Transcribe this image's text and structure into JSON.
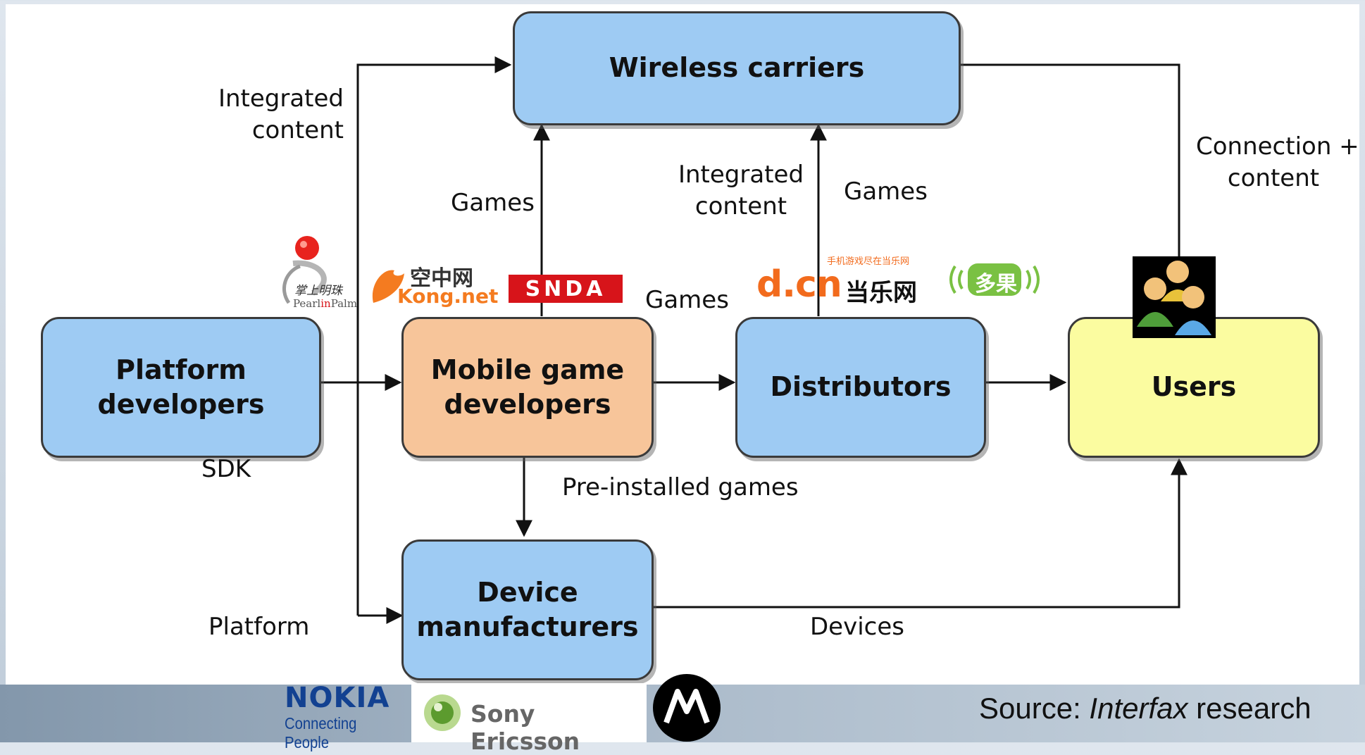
{
  "nodes": {
    "wireless_carriers": "Wireless carriers",
    "platform_developers_1": "Platform",
    "platform_developers_2": "developers",
    "mobile_game_developers_1": "Mobile game",
    "mobile_game_developers_2": "developers",
    "distributors": "Distributors",
    "users": "Users",
    "device_manufacturers_1": "Device",
    "device_manufacturers_2": "manufacturers"
  },
  "edge_labels": {
    "integrated_content_left_1": "Integrated",
    "integrated_content_left_2": "content",
    "games_mobile_to_carriers": "Games",
    "integrated_content_mid_1": "Integrated",
    "integrated_content_mid_2": "content",
    "games_distributors_to_carriers": "Games",
    "games_mobile_to_distributors": "Games",
    "connection_content_1": "Connection +",
    "connection_content_2": "content",
    "sdk": "SDK",
    "pre_installed_games": "Pre-installed games",
    "platform": "Platform",
    "devices": "Devices"
  },
  "logos": {
    "pearlinpalm_cn": "掌上明珠",
    "pearlinpalm_en_1": "Pearl",
    "pearlinpalm_en_2": "in",
    "pearlinpalm_en_3": "Palm",
    "kong_cn": "空中网",
    "kong_net": "Kong.net",
    "snda": "SNDA",
    "dcn_tagline": "手机游戏尽在当乐网",
    "dcn_main": "d.cn",
    "dcn_cn": "当乐网",
    "duoguo": "多果",
    "nokia": "NOKIA",
    "nokia_tagline": "Connecting People",
    "sony_ericsson": "Sony Ericsson"
  },
  "source": {
    "prefix": "Source:",
    "publisher": "Interfax",
    "suffix": "research"
  },
  "colors": {
    "node_blue": "#9ecbf3",
    "node_orange": "#f7c59a",
    "node_yellow": "#fbfca0",
    "snda_red": "#d7141a",
    "dcn_orange": "#f26b1d",
    "duoguo_green": "#7ac143",
    "nokia_blue": "#124191"
  }
}
